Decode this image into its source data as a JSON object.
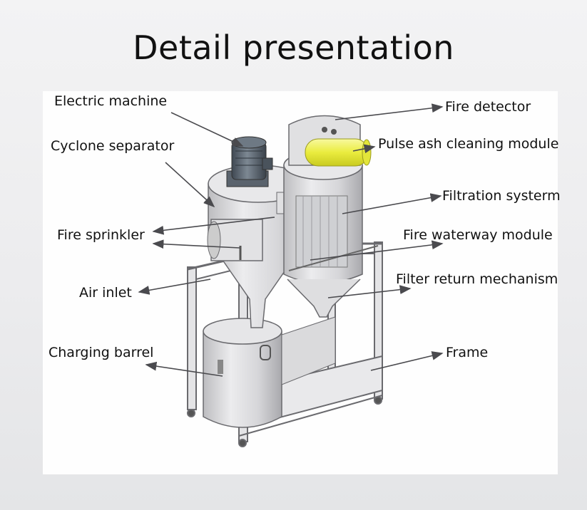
{
  "title": "Detail presentation",
  "labels": {
    "electric_machine": "Electric machine",
    "cyclone_separator": "Cyclone separator",
    "fire_sprinkler": "Fire sprinkler",
    "air_inlet": "Air inlet",
    "charging_barrel": "Charging barrel",
    "fire_detector": "Fire detector",
    "pulse_ash_cleaning": "Pulse ash cleaning module",
    "filtration_system": "Filtration systerm",
    "fire_waterway": "Fire waterway module",
    "filter_return": "Filter return mechanism",
    "frame": "Frame"
  },
  "colors": {
    "body_metal": "#dcdcde",
    "edge": "#5a5a5e",
    "motor": "#5a6470",
    "tank_yellow": "#eef05a",
    "arrow": "#4a4a4e"
  }
}
